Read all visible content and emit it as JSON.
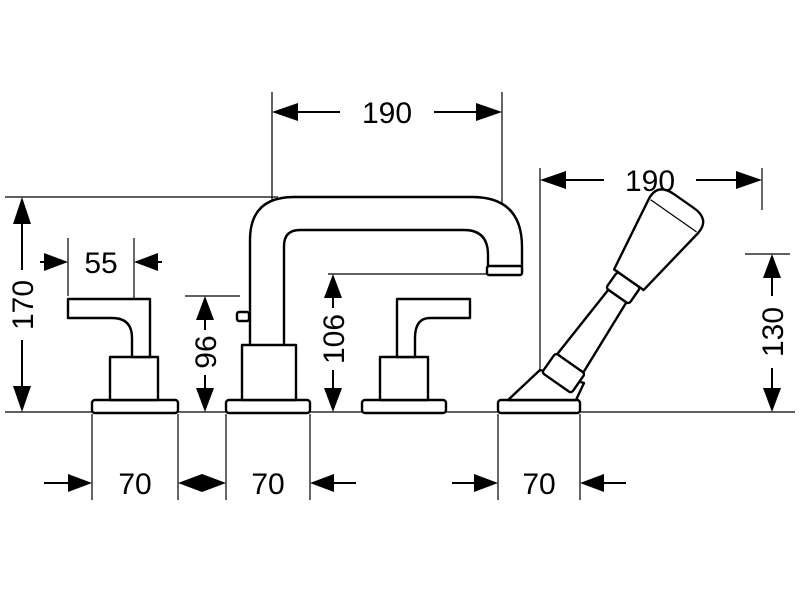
{
  "dimensions": {
    "spout_reach": "190",
    "handshower_width": "190",
    "overall_height": "170",
    "lever_width": "55",
    "lever_height": "96",
    "spout_outlet_height": "106",
    "handshower_height": "130",
    "base_1_width": "70",
    "base_2_width": "70",
    "base_3_width": "70"
  }
}
